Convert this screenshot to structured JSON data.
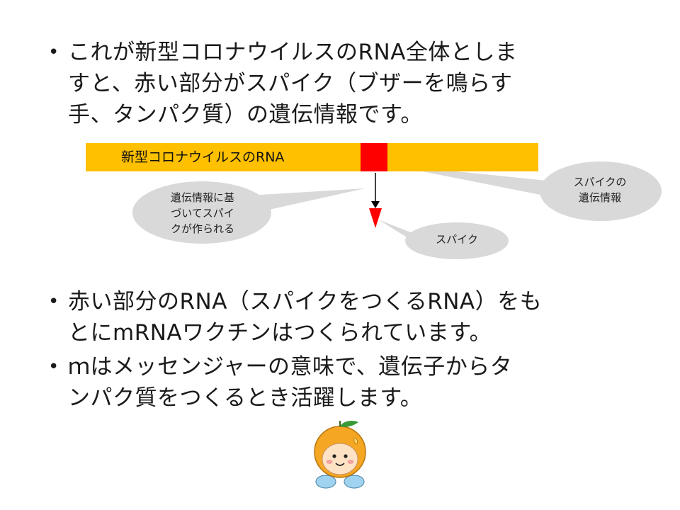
{
  "bullets": [
    {
      "marker": "•",
      "text": "これが新型コロナウイルスのRNA全体としま\nすと、赤い部分がスパイク（ブザーを鳴らす\n手、タンパク質）の遺伝情報です。"
    },
    {
      "marker": "•",
      "text": "赤い部分のRNA（スパイクをつくるRNA）をも\nとにmRNAワクチンはつくられています。"
    },
    {
      "marker": "•",
      "text": "ｍはメッセンジャーの意味で、遺伝子からタ\nンパク質をつくるとき活躍します。"
    }
  ],
  "diagram": {
    "rna_label": "新型コロナウイルスのRNA",
    "callouts": {
      "gene_to_spike": "遺伝情報に基\nづいてスパイ\nクが作られる",
      "spike_gene": "スパイクの\n遺伝情報",
      "spike": "スパイク"
    },
    "colors": {
      "rna_bar": "#ffc000",
      "spike_segment": "#ff0000",
      "callout_fill": "#d9d9d9",
      "arrow": "#000000"
    }
  },
  "mascot": {
    "icon": "orange-mascot-icon"
  }
}
